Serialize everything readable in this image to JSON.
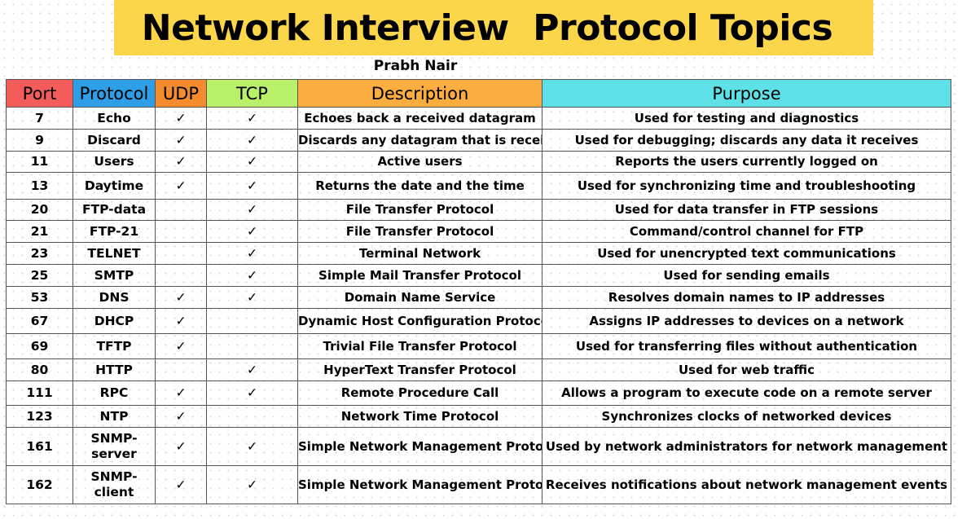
{
  "title": "Network Interview  Protocol Topics",
  "author": "Prabh Nair",
  "table": {
    "headers": {
      "port": "Port",
      "protocol": "Protocol",
      "udp": "UDP",
      "tcp": "TCP",
      "description": "Description",
      "purpose": "Purpose"
    },
    "header_colors": {
      "port": "#f45b5b",
      "protocol": "#2e9fe6",
      "udp": "#f58b2f",
      "tcp": "#b9f16a",
      "description": "#fcad40",
      "purpose": "#5ee1e6"
    },
    "check_mark": "✓",
    "rows": [
      {
        "port": "7",
        "protocol": "Echo",
        "udp": true,
        "tcp": true,
        "description": "Echoes back a received datagram",
        "purpose": "Used for testing and diagnostics"
      },
      {
        "port": "9",
        "protocol": "Discard",
        "udp": true,
        "tcp": true,
        "description": "Discards any datagram that is received",
        "purpose": "Used for debugging; discards any data it receives"
      },
      {
        "port": "11",
        "protocol": "Users",
        "udp": true,
        "tcp": true,
        "description": "Active users",
        "purpose": "Reports the users currently logged on"
      },
      {
        "port": "13",
        "protocol": "Daytime",
        "udp": true,
        "tcp": true,
        "description": "Returns the date and the time",
        "purpose": "Used for synchronizing time and troubleshooting"
      },
      {
        "port": "20",
        "protocol": "FTP-data",
        "udp": false,
        "tcp": true,
        "description": "File Transfer Protocol",
        "purpose": "Used for data transfer in FTP sessions"
      },
      {
        "port": "21",
        "protocol": "FTP-21",
        "udp": false,
        "tcp": true,
        "description": "File Transfer Protocol",
        "purpose": "Command/control channel for FTP"
      },
      {
        "port": "23",
        "protocol": "TELNET",
        "udp": false,
        "tcp": true,
        "description": "Terminal Network",
        "purpose": "Used for unencrypted text communications"
      },
      {
        "port": "25",
        "protocol": "SMTP",
        "udp": false,
        "tcp": true,
        "description": "Simple Mail Transfer Protocol",
        "purpose": "Used for sending emails"
      },
      {
        "port": "53",
        "protocol": "DNS",
        "udp": true,
        "tcp": true,
        "description": "Domain Name Service",
        "purpose": "Resolves domain names to IP addresses"
      },
      {
        "port": "67",
        "protocol": "DHCP",
        "udp": true,
        "tcp": false,
        "description": "Dynamic Host Configuration Protocol",
        "purpose": "Assigns IP addresses to devices on a network"
      },
      {
        "port": "69",
        "protocol": "TFTP",
        "udp": true,
        "tcp": false,
        "description": "Trivial File Transfer Protocol",
        "purpose": "Used for transferring files without authentication"
      },
      {
        "port": "80",
        "protocol": "HTTP",
        "udp": false,
        "tcp": true,
        "description": "HyperText Transfer Protocol",
        "purpose": "Used for web traffic"
      },
      {
        "port": "111",
        "protocol": "RPC",
        "udp": true,
        "tcp": true,
        "description": "Remote Procedure Call",
        "purpose": "Allows a program to execute code on a remote server"
      },
      {
        "port": "123",
        "protocol": "NTP",
        "udp": true,
        "tcp": false,
        "description": "Network Time Protocol",
        "purpose": "Synchronizes clocks of networked devices"
      },
      {
        "port": "161",
        "protocol": "SNMP-server",
        "udp": true,
        "tcp": true,
        "description": "Simple Network Management Protocol",
        "purpose": "Used by network administrators for network management"
      },
      {
        "port": "162",
        "protocol": "SNMP-client",
        "udp": true,
        "tcp": true,
        "description": "Simple Network Management Protocol",
        "purpose": "Receives notifications about network management events"
      }
    ]
  }
}
